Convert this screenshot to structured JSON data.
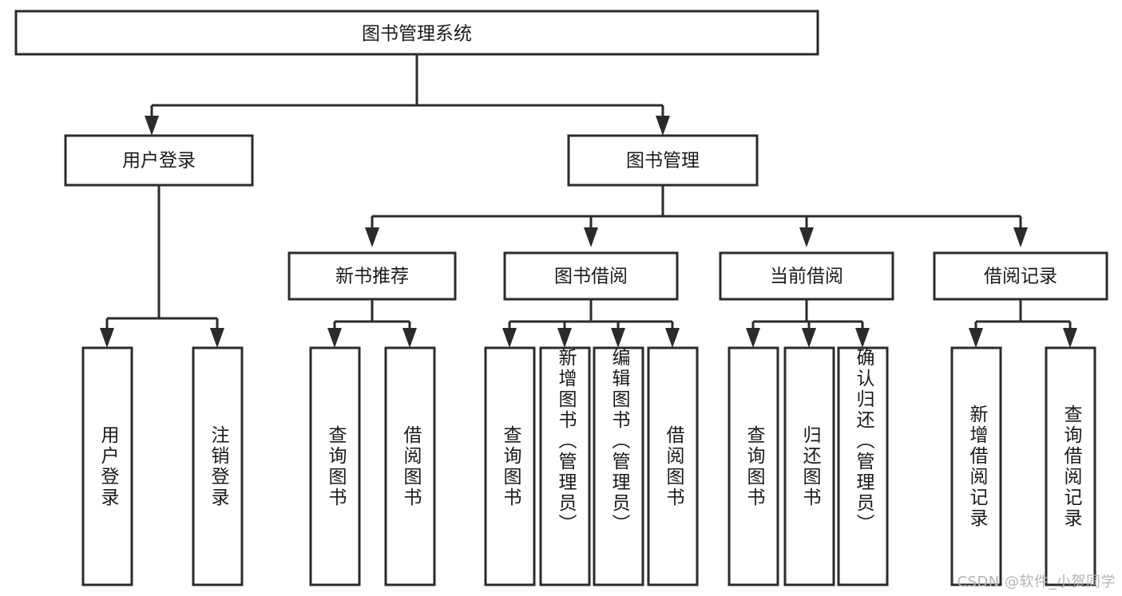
{
  "diagram": {
    "title": "图书管理系统",
    "type": "tree",
    "watermark": "CSDN @软件_小贺同学",
    "colors": {
      "box_stroke": "#2b2b2b",
      "box_fill": "#ffffff",
      "text": "#1a1a1a",
      "watermark": "#b4b4b4",
      "background": "#ffffff"
    },
    "root": {
      "label": "图书管理系统"
    },
    "level2": [
      {
        "label": "用户登录"
      },
      {
        "label": "图书管理"
      }
    ],
    "level3": [
      {
        "label": "新书推荐"
      },
      {
        "label": "图书借阅"
      },
      {
        "label": "当前借阅"
      },
      {
        "label": "借阅记录"
      }
    ],
    "leaves": {
      "user_login": [
        {
          "label": "用户登录"
        },
        {
          "label": "注销登录"
        }
      ],
      "new_book_recommend": [
        {
          "label": "查询图书"
        },
        {
          "label": "借阅图书"
        }
      ],
      "book_borrow": [
        {
          "label": "查询图书"
        },
        {
          "label": "新增图书（管理员）"
        },
        {
          "label": "编辑图书（管理员）"
        },
        {
          "label": "借阅图书"
        }
      ],
      "current_borrow": [
        {
          "label": "查询图书"
        },
        {
          "label": "归还图书"
        },
        {
          "label": "确认归还（管理员）"
        }
      ],
      "borrow_record": [
        {
          "label": "新增借阅记录"
        },
        {
          "label": "查询借阅记录"
        }
      ]
    }
  }
}
